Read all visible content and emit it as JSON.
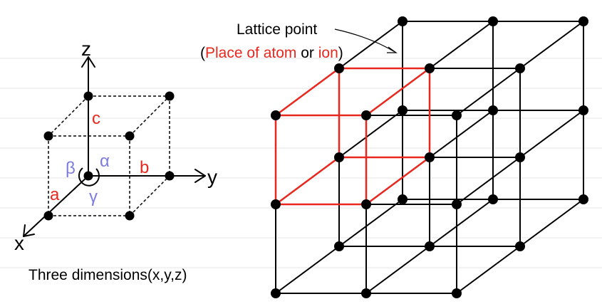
{
  "axis_labels": {
    "x": "x",
    "y": "y",
    "z": "z"
  },
  "edge_labels": {
    "a": "a",
    "b": "b",
    "c": "c"
  },
  "angle_labels": {
    "alpha": "α",
    "beta": "β",
    "gamma": "γ"
  },
  "caption": "Three dimensions(x,y,z)",
  "callout": {
    "line1": "Lattice point",
    "paren_open": "(",
    "place_of_atom": "Place of atom",
    "or": " or ",
    "ion": "ion",
    "paren_close": ")"
  },
  "colors": {
    "black": "#000000",
    "red": "#e8281e",
    "purple": "#7b7be0",
    "ruled_line": "#e6e6e6"
  }
}
